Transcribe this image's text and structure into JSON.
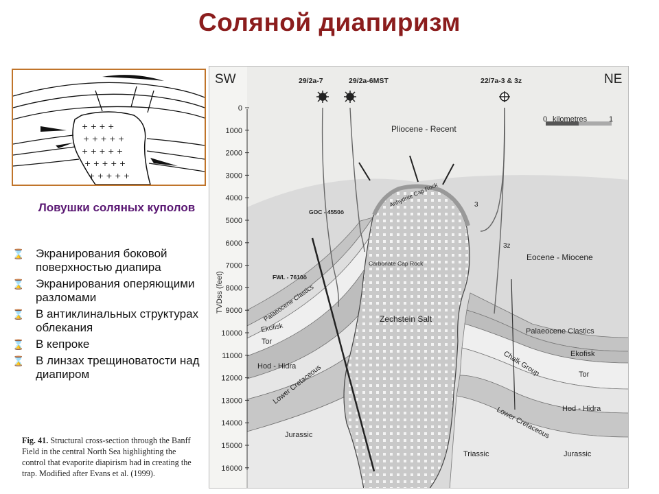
{
  "title": "Соляной диапиризм",
  "subheading": "Ловушки соляных куполов",
  "bullets": [
    "Экранирования боковой поверхностью диапира",
    "Экранирования оперяющими разломами",
    "В антиклинальных структурах облекания",
    "В кепроке",
    "В линзах трещиноватости над диапиром"
  ],
  "bullet_icon": "hourglass-bullet-icon",
  "caption": {
    "fig_no": "Fig. 41.",
    "text": "Structural cross-section through the Banff Field in the central North Sea highlighting the control that evaporite diapirism had in creating the trap. Modified after Evans et al. (1999)."
  },
  "cross_section": {
    "sw": "SW",
    "ne": "NE",
    "wells": [
      "29/2a-7",
      "29/2a-6MST",
      "22/7a-3 & 3z"
    ],
    "scale": {
      "zero": "0",
      "label": "kilometres",
      "one": "1"
    },
    "axis_label": "TVDss (feet)",
    "depth_ticks": [
      "0",
      "1000",
      "2000",
      "3000",
      "4000",
      "5000",
      "6000",
      "7000",
      "8000",
      "9000",
      "10000",
      "11000",
      "12000",
      "13000",
      "14000",
      "15000",
      "16000"
    ],
    "units": {
      "pliocene": "Pliocene - Recent",
      "eocene": "Eocene - Miocene",
      "palaeocene_left": "Palaeocene Clastics",
      "palaeocene_right": "Palaeocene Clastics",
      "ekofisk_left": "Ekofisk",
      "ekofisk_right": "Ekofisk",
      "tor_left": "Tor",
      "tor_right": "Tor",
      "hod_left": "Hod - Hidra",
      "hod_right": "Hod - Hidra",
      "lower_cret_left": "Lower Cretaceous",
      "lower_cret_right": "Lower Cretaceous",
      "jurassic_left": "Jurassic",
      "jurassic_right": "Jurassic",
      "triassic": "Triassic",
      "salt": "Zechstein Salt",
      "chalk_group": "Chalk Group",
      "anhydrite": "Anhydrite Cap Rock",
      "carbonate": "Carbonate Cap Rock",
      "goc": "GOC - 4550ô",
      "fwl": "FWL - 7610ô",
      "well_3": "3",
      "well_3z": "3z"
    }
  },
  "colors": {
    "title": "#8b1d1d",
    "subheading": "#5a1873",
    "sketch_border": "#c0742a"
  }
}
